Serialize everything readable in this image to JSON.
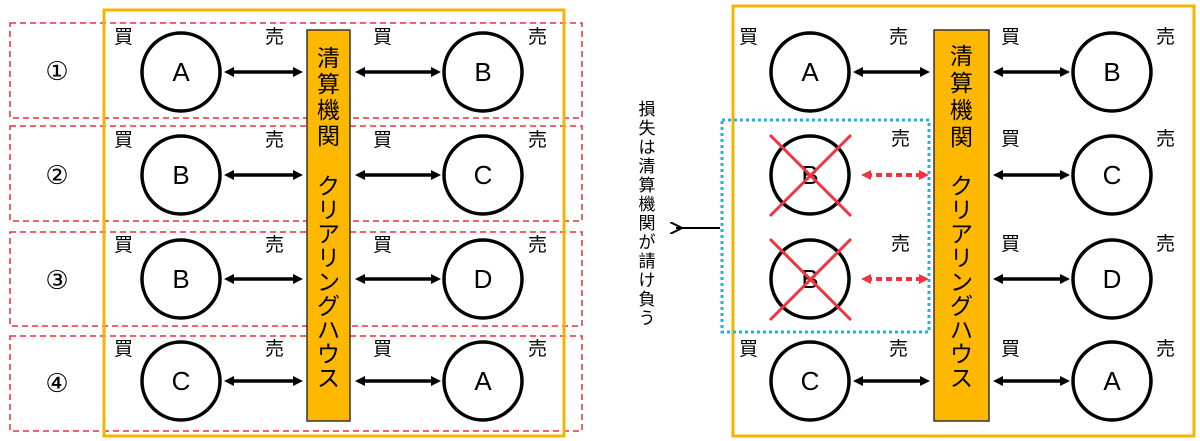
{
  "left_panel": {
    "clearing_house": {
      "title": [
        "清",
        "算",
        "機",
        "関"
      ],
      "subtitle": [
        "ク",
        "リ",
        "ア",
        "リ",
        "ン",
        "グ",
        "ハ",
        "ウ",
        "ス"
      ]
    },
    "rows": [
      {
        "num": "①",
        "left_node": "A",
        "right_node": "B",
        "labels": [
          "買",
          "売",
          "買",
          "売"
        ]
      },
      {
        "num": "②",
        "left_node": "B",
        "right_node": "C",
        "labels": [
          "買",
          "売",
          "買",
          "売"
        ]
      },
      {
        "num": "③",
        "left_node": "B",
        "right_node": "D",
        "labels": [
          "買",
          "売",
          "買",
          "売"
        ]
      },
      {
        "num": "④",
        "left_node": "C",
        "right_node": "A",
        "labels": [
          "買",
          "売",
          "買",
          "売"
        ]
      }
    ]
  },
  "right_panel": {
    "clearing_house": {
      "title": [
        "清",
        "算",
        "機",
        "関"
      ],
      "subtitle": [
        "ク",
        "リ",
        "ア",
        "リ",
        "ン",
        "グ",
        "ハ",
        "ウ",
        "ス"
      ]
    },
    "rows": [
      {
        "left_node": "A",
        "right_node": "B",
        "labels": [
          "買",
          "売",
          "買",
          "売"
        ],
        "defaulted": false
      },
      {
        "left_node": "B",
        "right_node": "C",
        "labels": [
          "",
          "売",
          "買",
          "売"
        ],
        "defaulted": true
      },
      {
        "left_node": "B",
        "right_node": "D",
        "labels": [
          "",
          "売",
          "買",
          "売"
        ],
        "defaulted": true
      },
      {
        "left_node": "C",
        "right_node": "A",
        "labels": [
          "買",
          "売",
          "買",
          "売"
        ],
        "defaulted": false
      }
    ],
    "loss_note": [
      "損",
      "失",
      "は",
      "清",
      "算",
      "機",
      "関",
      "が",
      "請",
      "け",
      "負",
      "う"
    ]
  },
  "colors": {
    "orange_box": "#F5B400",
    "orange_fill": "#FFB800",
    "red_dash": "#E8303A",
    "blue_dot": "#1FB1E8",
    "cross": "#F2333E"
  }
}
